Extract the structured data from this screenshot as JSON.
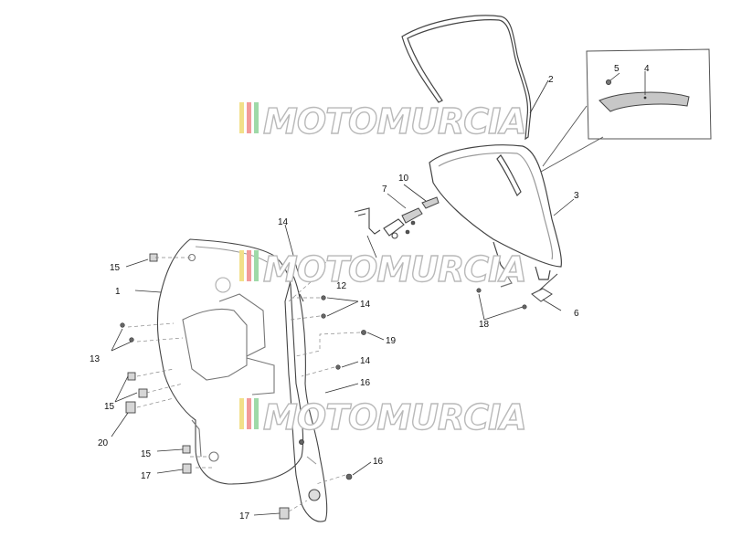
{
  "watermark": {
    "text": "MOTOMURCIA",
    "stripe_colors": [
      "#f2e08a",
      "#f29a9a",
      "#9fd9a8"
    ]
  },
  "callouts": {
    "c1": "1",
    "c2": "2",
    "c3": "3",
    "c4": "4",
    "c5": "5",
    "c6": "6",
    "c7": "7",
    "c10": "10",
    "c12": "12",
    "c13": "13",
    "c14a": "14",
    "c14b": "14",
    "c14c": "14",
    "c15a": "15",
    "c15b": "15",
    "c15c": "15",
    "c16a": "16",
    "c16b": "16",
    "c17a": "17",
    "c17b": "17",
    "c18": "18",
    "c19": "19",
    "c20": "20"
  },
  "colors": {
    "line": "#333333",
    "part": "#444444",
    "detail": "#9a9a9a"
  }
}
